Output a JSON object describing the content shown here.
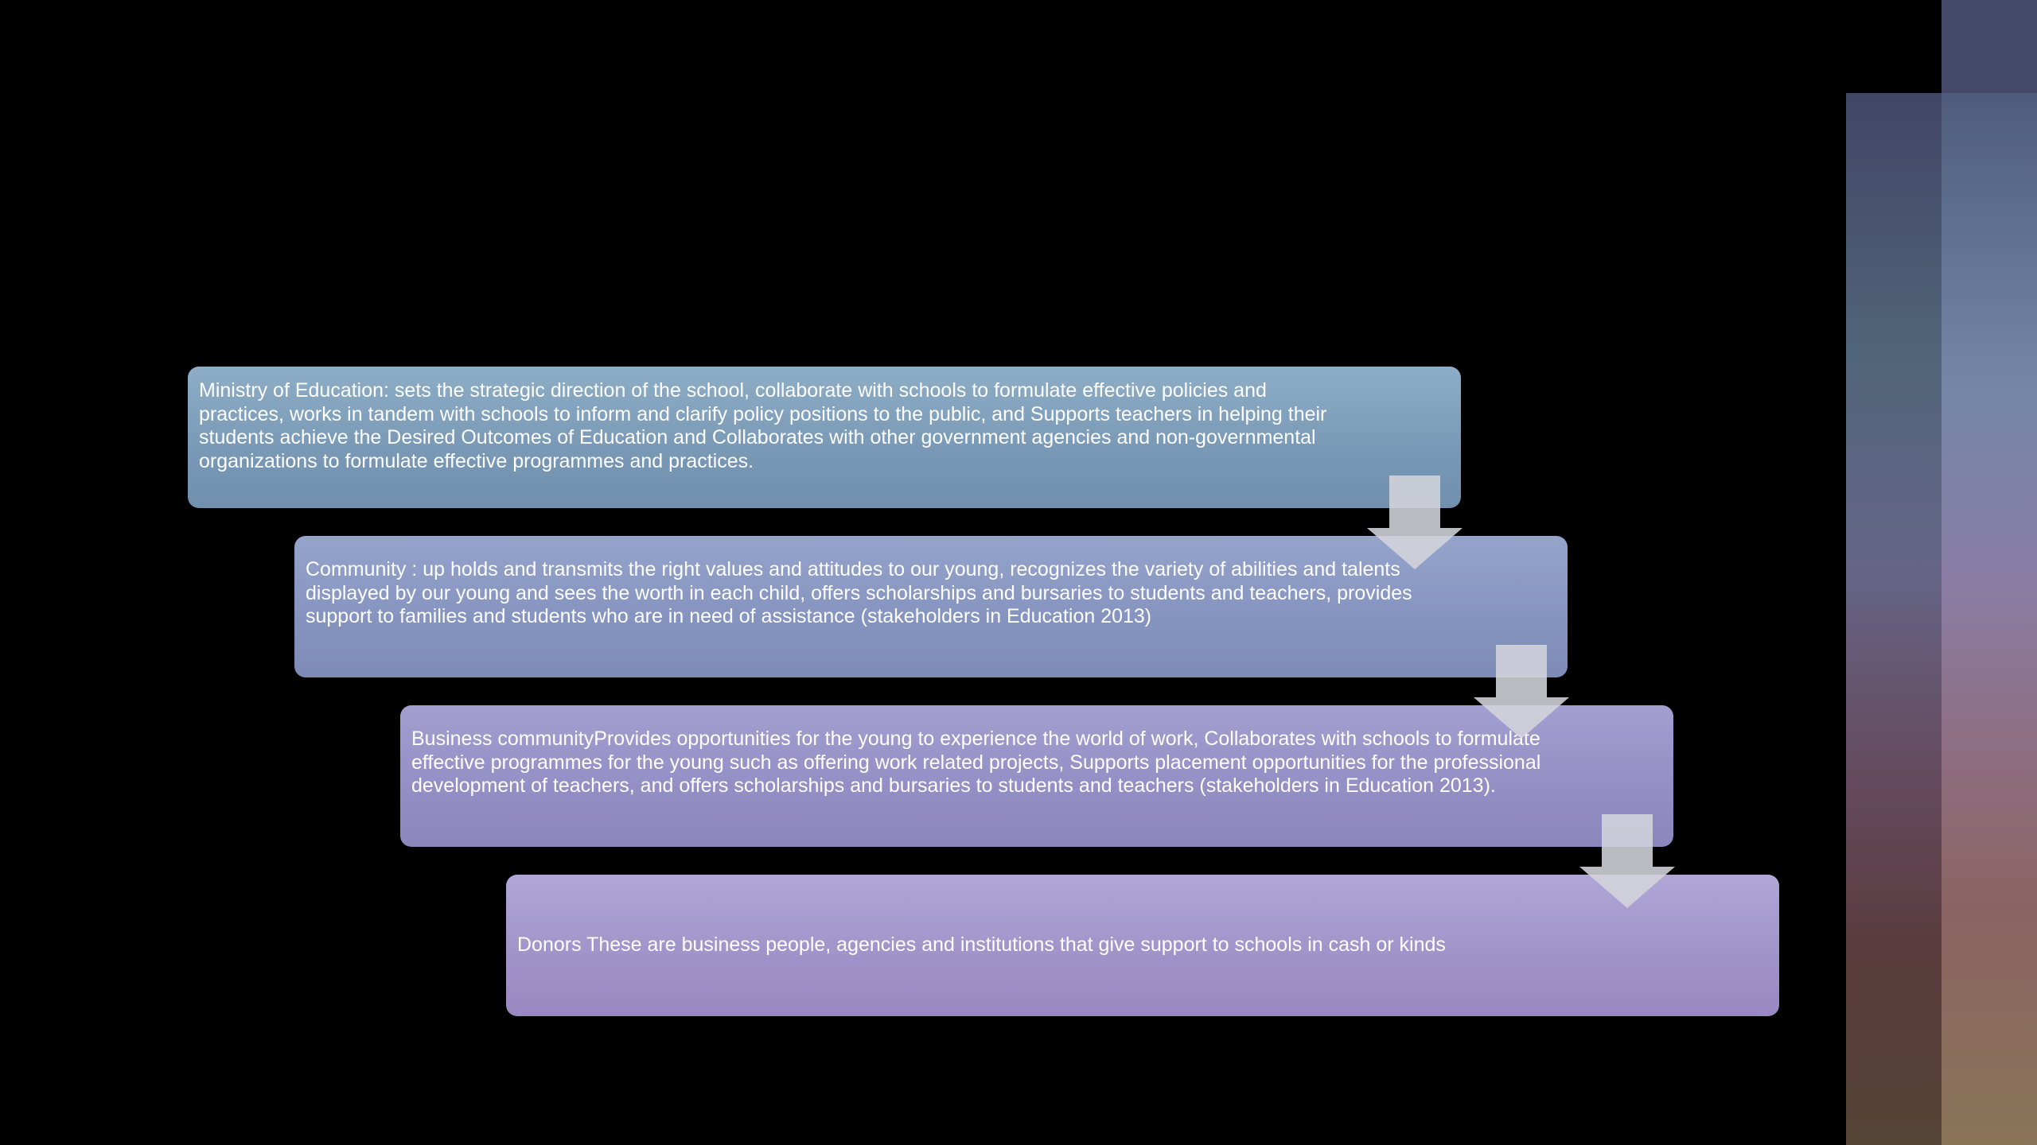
{
  "slide": {
    "steps": [
      {
        "text": "Ministry of Education: sets the strategic direction of the school, collaborate with schools to formulate effective policies and practices, works in tandem with schools to inform and clarify policy positions to the public, and Supports teachers in helping their students achieve the Desired Outcomes of Education and Collaborates with other government agencies and non-governmental organizations to formulate effective programmes and practices."
      },
      {
        "text": "Community :  up holds and transmits the right values and attitudes to our young, recognizes the variety of abilities and talents displayed by our young and sees the worth in each child, offers scholarships and bursaries to students and teachers,  provides support to families and students who are in need of assistance  (stakeholders in Education 2013)"
      },
      {
        "text": "Business communityProvides opportunities for the young to experience the world of work, Collaborates with schools to formulate effective programmes for the young such as offering work related projects, Supports placement opportunities for the professional development of teachers, and offers scholarships and bursaries to students and teachers (stakeholders in Education 2013)."
      },
      {
        "text": "Donors These are business people, agencies and institutions that give support to schools in cash or kinds"
      }
    ],
    "colors": {
      "background": "#000000",
      "text": "#ffffff",
      "arrow": "#d4d4dc"
    },
    "icons": [
      "down-arrow-icon",
      "down-arrow-icon",
      "down-arrow-icon"
    ]
  }
}
